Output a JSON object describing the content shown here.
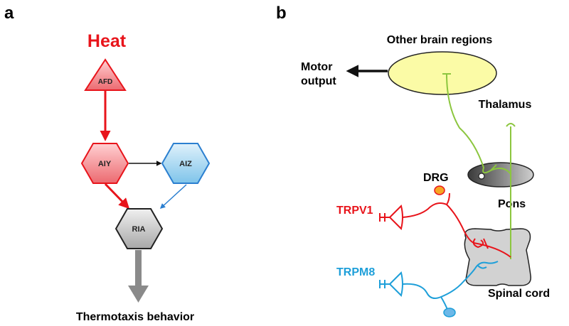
{
  "panel_a": {
    "letter": "a",
    "stimulus": "Heat",
    "nodes": {
      "afd": "AFD",
      "aiy": "AIY",
      "aiz": "AIZ",
      "ria": "RIA"
    },
    "output": "Thermotaxis behavior"
  },
  "panel_b": {
    "letter": "b",
    "labels": {
      "other_brain_regions": "Other brain regions",
      "motor_output_line1": "Motor",
      "motor_output_line2": "output",
      "thalamus": "Thalamus",
      "drg": "DRG",
      "pons": "Pons",
      "trpv1": "TRPV1",
      "trpm8": "TRPM8",
      "spinal_cord": "Spinal cord"
    }
  },
  "colors": {
    "heat": "#e8141b",
    "cold": "#1e9fd9",
    "ascending": "#8cc63f",
    "node_red_fill": "#f08a8e",
    "node_blue_fill": "#9fd4ef",
    "node_gray_fill": "#c8c8c8",
    "ellipse_fill": "#fbfba6",
    "drg_fill": "#f6a623"
  }
}
